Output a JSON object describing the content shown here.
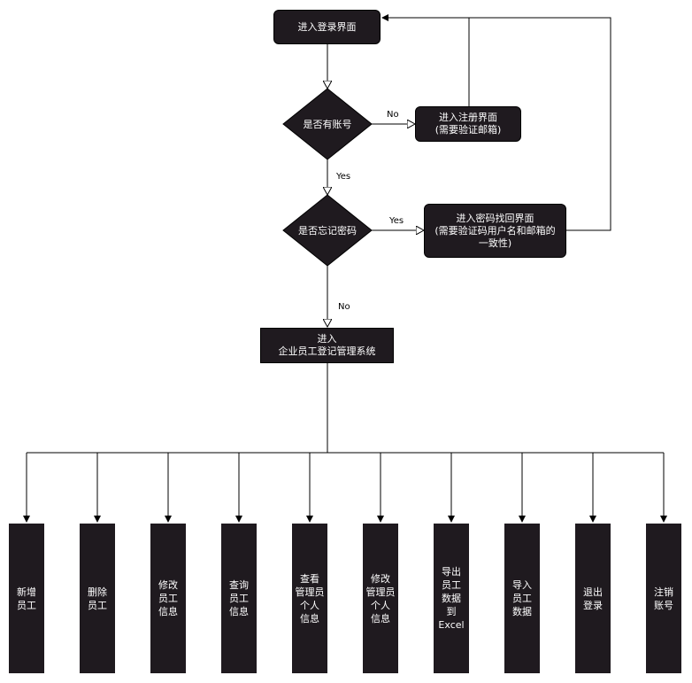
{
  "flow": {
    "login": "进入登录界面",
    "has_account": "是否有账号",
    "register": "进入注册界面\n(需要验证邮箱)",
    "forgot_pwd": "是否忘记密码",
    "recover": "进入密码找回界面\n(需要验证码用户名和邮箱的\n一致性)",
    "enter_system": "进入\n企业员工登记管理系统",
    "label_no_1": "No",
    "label_yes_1": "Yes",
    "label_yes_2": "Yes",
    "label_no_2": "No"
  },
  "functions": [
    "新增\n员工",
    "删除\n员工",
    "修改\n员工\n信息",
    "查询\n员工\n信息",
    "查看\n管理员\n个人\n信息",
    "修改\n管理员\n个人\n信息",
    "导出\n员工\n数据\n到\nExcel",
    "导入\n员工\n数据",
    "退出\n登录",
    "注销\n账号"
  ],
  "colors": {
    "node_fill": "#1f1a1f",
    "node_text": "#ffffff",
    "line": "#000000"
  }
}
